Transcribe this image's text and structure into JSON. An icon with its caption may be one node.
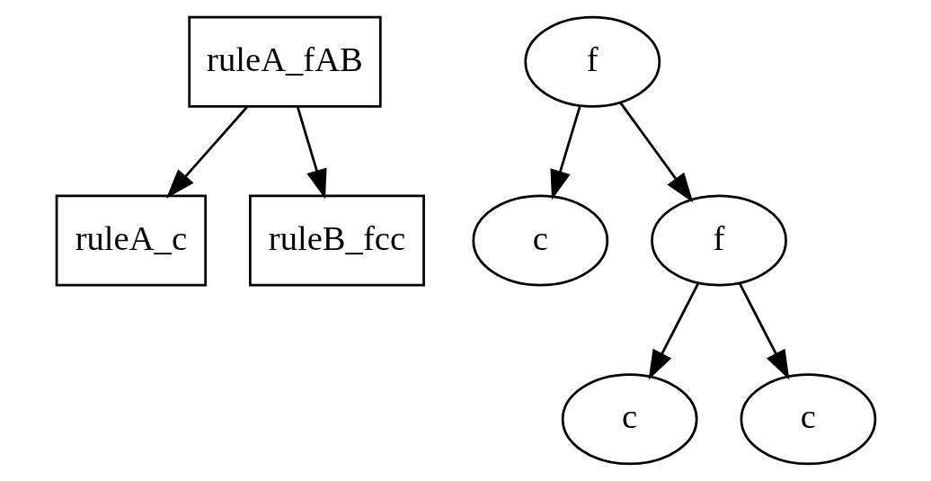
{
  "diagram": {
    "nodes": [
      {
        "text": [
          "ruleA_fAB"
        ]
      },
      {
        "text": [
          "ruleA_c"
        ]
      },
      {
        "text": [
          "ruleB_fcc"
        ]
      },
      {
        "text": [
          "f"
        ]
      },
      {
        "text": [
          "c"
        ]
      },
      {
        "text": [
          "f"
        ]
      },
      {
        "text": [
          "c"
        ]
      },
      {
        "text": [
          "c"
        ]
      }
    ],
    "edges": [
      {
        "from": 0,
        "to": 1,
        "arrow": "to"
      },
      {
        "from": 0,
        "to": 2,
        "arrow": "to"
      },
      {
        "from": 3,
        "to": 4,
        "arrow": "to"
      },
      {
        "from": 3,
        "to": 5,
        "arrow": "to"
      },
      {
        "from": 5,
        "to": 6,
        "arrow": "to"
      },
      {
        "from": 5,
        "to": 7,
        "arrow": "to"
      }
    ]
  }
}
